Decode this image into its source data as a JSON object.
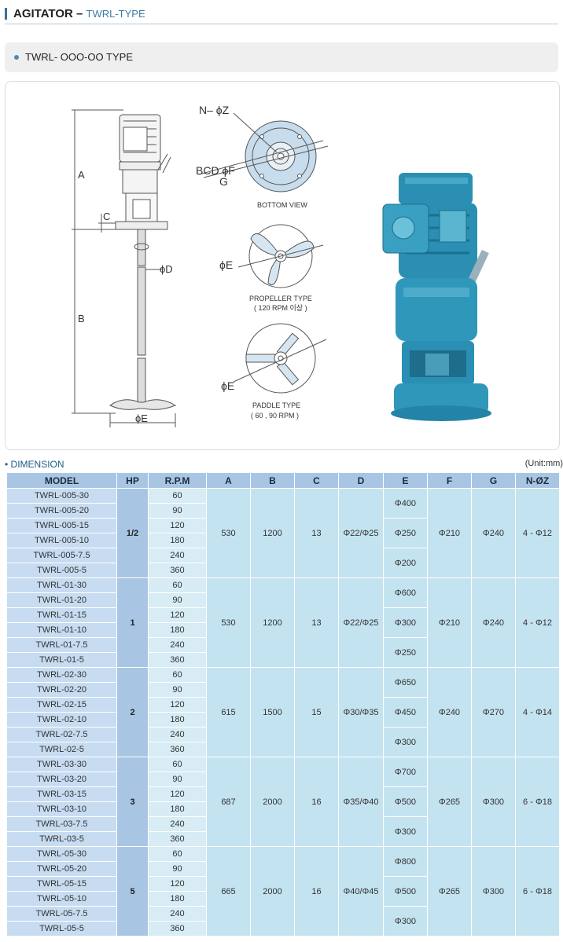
{
  "header": {
    "title": "AGITATOR –",
    "subtitle": "TWRL-TYPE"
  },
  "type_label": "TWRL- OOO-OO TYPE",
  "figure": {
    "labels": {
      "a": "A",
      "b": "B",
      "c": "C",
      "d": "ϕD",
      "e": "ϕE",
      "nz": "N– ϕZ",
      "bcd": "BCD ϕF",
      "g": "G",
      "bottom_view": "BOTTOM VIEW",
      "propeller_type": "PROPELLER TYPE",
      "propeller_rpm": "( 120 RPM 이상 )",
      "paddle_type": "PADDLE TYPE",
      "paddle_rpm": "( 60 , 90 RPM )"
    }
  },
  "dimension": {
    "heading": "• DIMENSION",
    "unit": "(Unit:mm)",
    "columns": [
      "MODEL",
      "HP",
      "R.P.M",
      "A",
      "B",
      "C",
      "D",
      "E",
      "F",
      "G",
      "N-ØZ"
    ],
    "groups": [
      {
        "hp": "1/2",
        "a": "530",
        "b": "1200",
        "c": "13",
        "d": "Φ22/Φ25",
        "e": [
          "Φ400",
          "Φ250",
          "Φ200"
        ],
        "f": "Φ210",
        "g": "Φ240",
        "nz": "4 - Φ12",
        "rows": [
          {
            "model": "TWRL-005-30",
            "rpm": "60"
          },
          {
            "model": "TWRL-005-20",
            "rpm": "90"
          },
          {
            "model": "TWRL-005-15",
            "rpm": "120"
          },
          {
            "model": "TWRL-005-10",
            "rpm": "180"
          },
          {
            "model": "TWRL-005-7.5",
            "rpm": "240"
          },
          {
            "model": "TWRL-005-5",
            "rpm": "360"
          }
        ]
      },
      {
        "hp": "1",
        "a": "530",
        "b": "1200",
        "c": "13",
        "d": "Φ22/Φ25",
        "e": [
          "Φ600",
          "Φ300",
          "Φ250"
        ],
        "f": "Φ210",
        "g": "Φ240",
        "nz": "4 - Φ12",
        "rows": [
          {
            "model": "TWRL-01-30",
            "rpm": "60"
          },
          {
            "model": "TWRL-01-20",
            "rpm": "90"
          },
          {
            "model": "TWRL-01-15",
            "rpm": "120"
          },
          {
            "model": "TWRL-01-10",
            "rpm": "180"
          },
          {
            "model": "TWRL-01-7.5",
            "rpm": "240"
          },
          {
            "model": "TWRL-01-5",
            "rpm": "360"
          }
        ]
      },
      {
        "hp": "2",
        "a": "615",
        "b": "1500",
        "c": "15",
        "d": "Φ30/Φ35",
        "e": [
          "Φ650",
          "Φ450",
          "Φ300"
        ],
        "f": "Φ240",
        "g": "Φ270",
        "nz": "4 - Φ14",
        "rows": [
          {
            "model": "TWRL-02-30",
            "rpm": "60"
          },
          {
            "model": "TWRL-02-20",
            "rpm": "90"
          },
          {
            "model": "TWRL-02-15",
            "rpm": "120"
          },
          {
            "model": "TWRL-02-10",
            "rpm": "180"
          },
          {
            "model": "TWRL-02-7.5",
            "rpm": "240"
          },
          {
            "model": "TWRL-02-5",
            "rpm": "360"
          }
        ]
      },
      {
        "hp": "3",
        "a": "687",
        "b": "2000",
        "c": "16",
        "d": "Φ35/Φ40",
        "e": [
          "Φ700",
          "Φ500",
          "Φ300"
        ],
        "f": "Φ265",
        "g": "Φ300",
        "nz": "6 - Φ18",
        "rows": [
          {
            "model": "TWRL-03-30",
            "rpm": "60"
          },
          {
            "model": "TWRL-03-20",
            "rpm": "90"
          },
          {
            "model": "TWRL-03-15",
            "rpm": "120"
          },
          {
            "model": "TWRL-03-10",
            "rpm": "180"
          },
          {
            "model": "TWRL-03-7.5",
            "rpm": "240"
          },
          {
            "model": "TWRL-03-5",
            "rpm": "360"
          }
        ]
      },
      {
        "hp": "5",
        "a": "665",
        "b": "2000",
        "c": "16",
        "d": "Φ40/Φ45",
        "e": [
          "Φ800",
          "Φ500",
          "Φ300"
        ],
        "f": "Φ265",
        "g": "Φ300",
        "nz": "6 - Φ18",
        "rows": [
          {
            "model": "TWRL-05-30",
            "rpm": "60"
          },
          {
            "model": "TWRL-05-20",
            "rpm": "90"
          },
          {
            "model": "TWRL-05-15",
            "rpm": "120"
          },
          {
            "model": "TWRL-05-10",
            "rpm": "180"
          },
          {
            "model": "TWRL-05-7.5",
            "rpm": "240"
          },
          {
            "model": "TWRL-05-5",
            "rpm": "360"
          }
        ]
      }
    ]
  }
}
